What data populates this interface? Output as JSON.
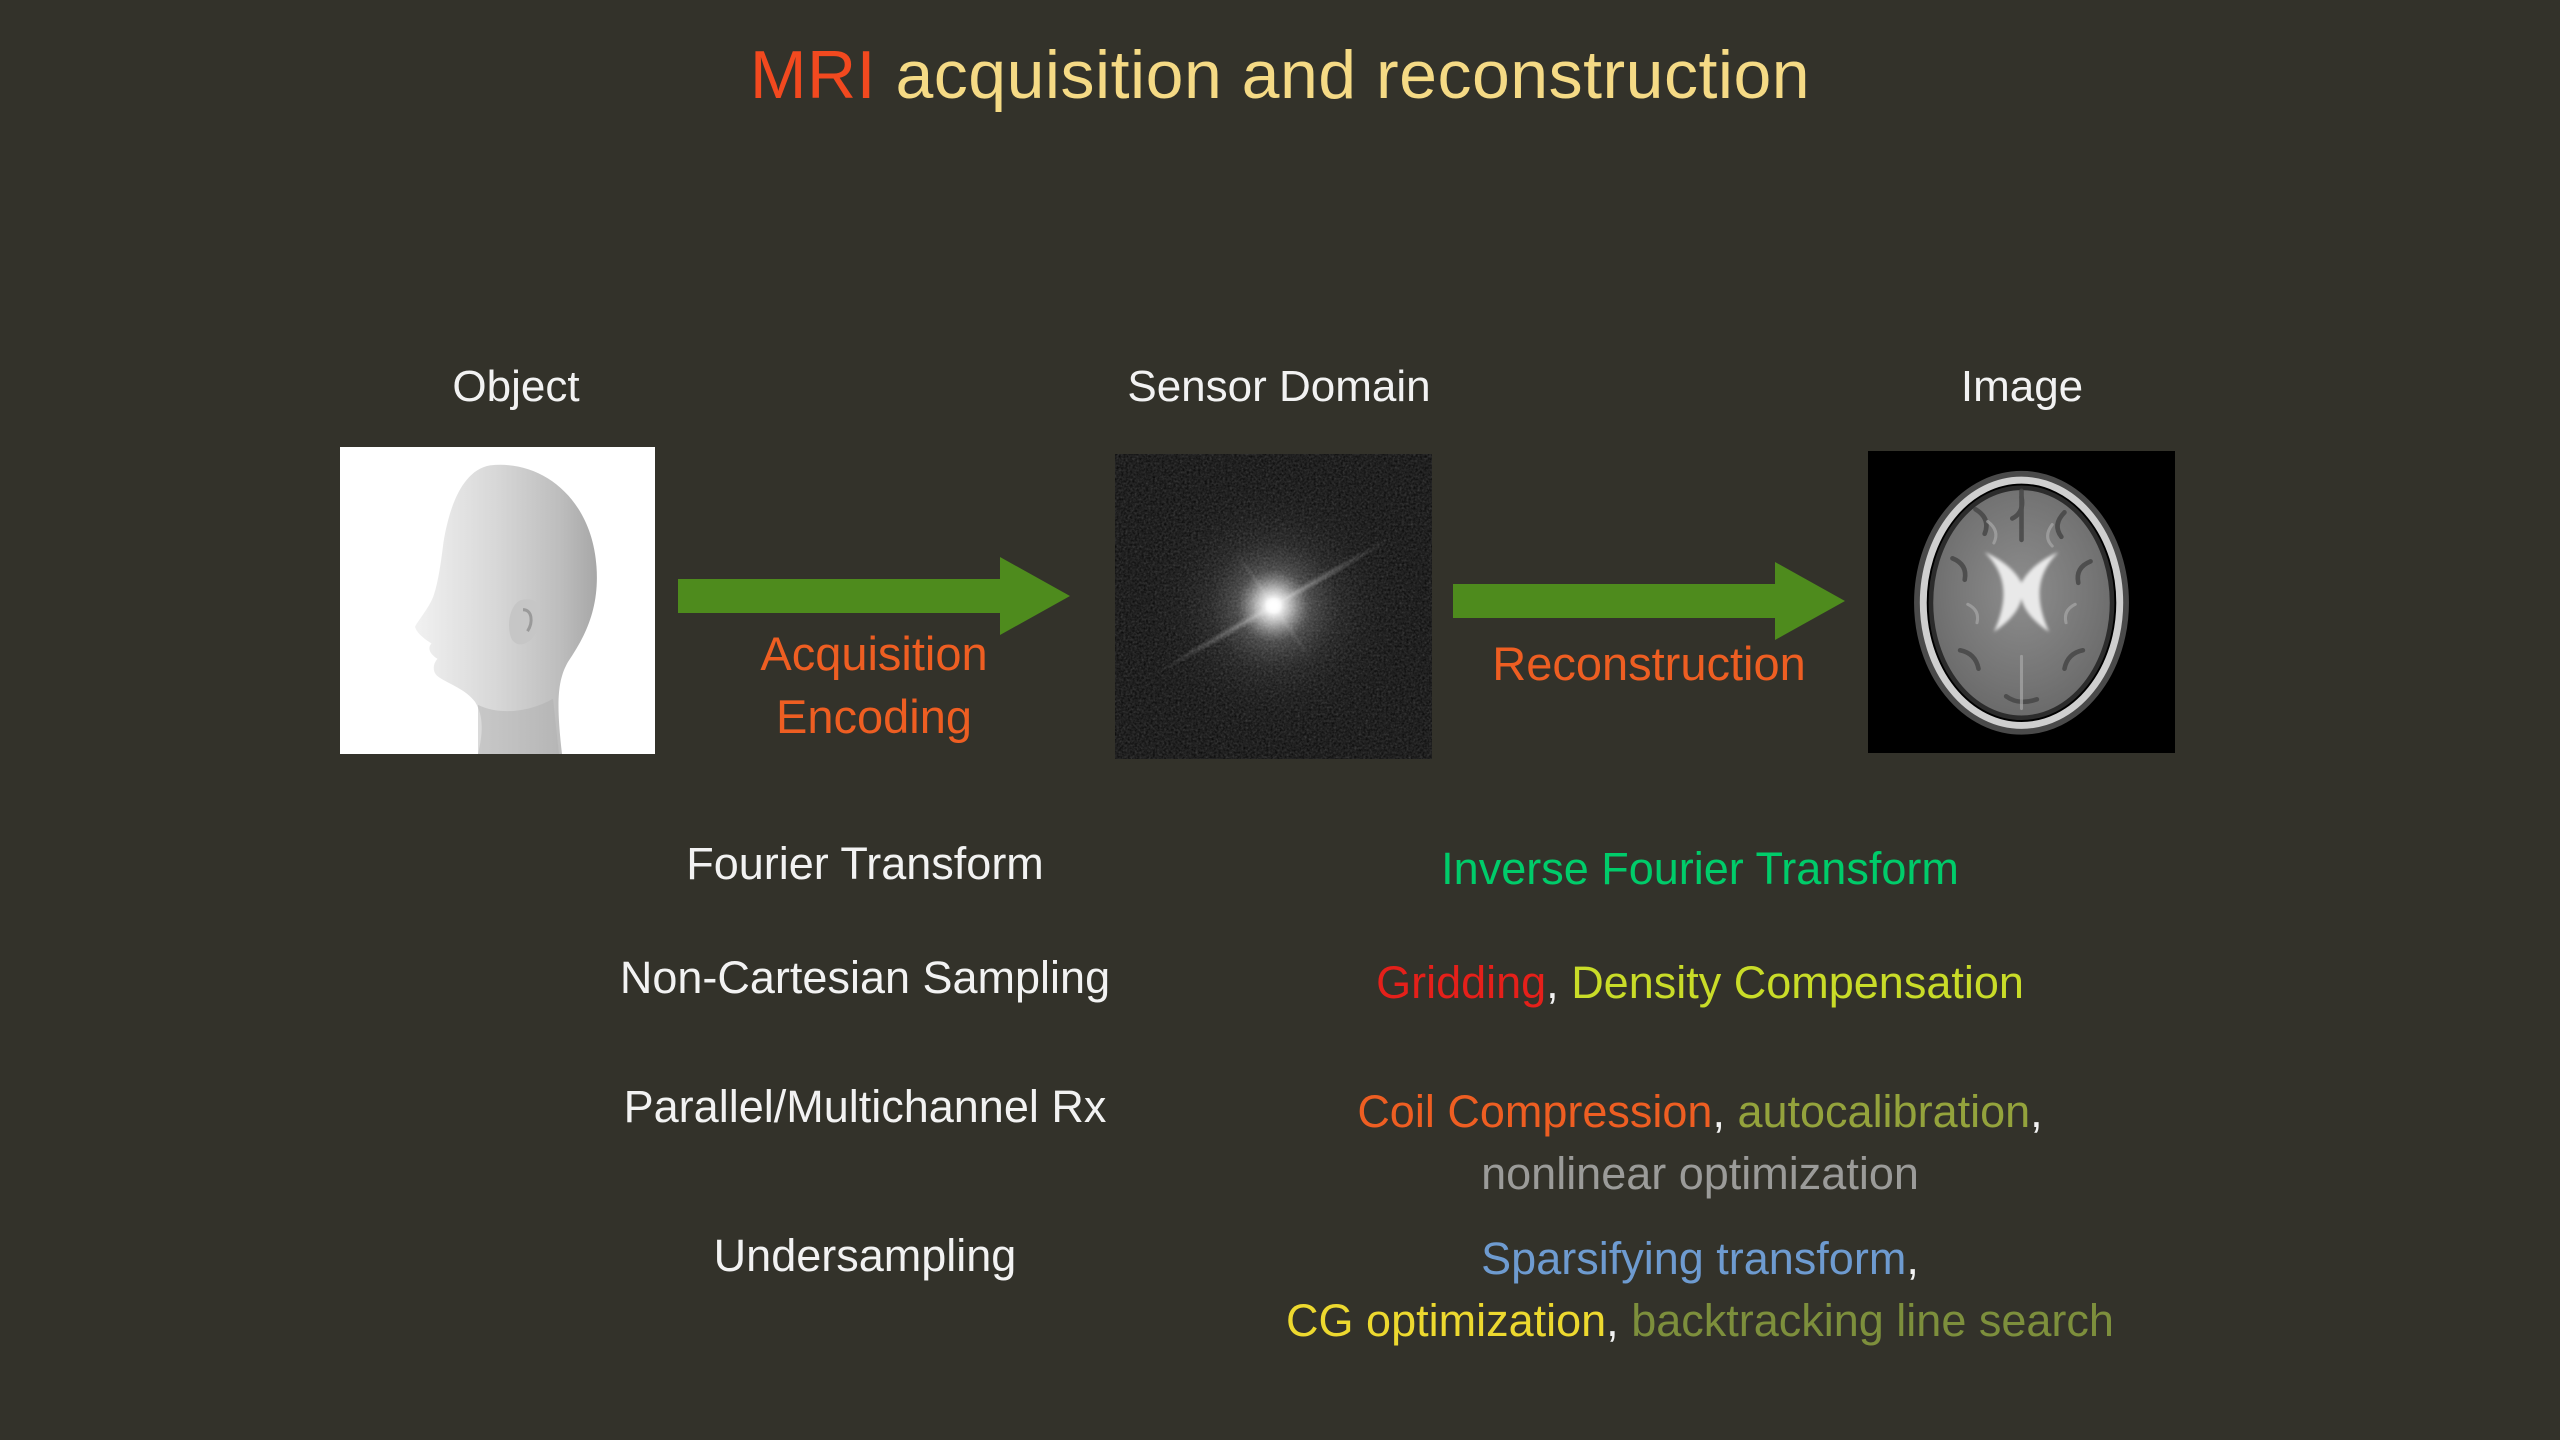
{
  "colors": {
    "background": "#33322a",
    "title_highlight": "#f2491f",
    "title_rest": "#f5da85",
    "white": "#f2f2f2",
    "arrow_green": "#4e8b1d",
    "orange": "#ee5e22",
    "spring_green": "#00cc6a",
    "red": "#e5201a",
    "yellow_green": "#c9dc28",
    "olive": "#94a33c",
    "gray": "#9b9b99",
    "blue": "#6e9bd0",
    "yellow": "#edd92f",
    "dark_olive": "#7d8f3c"
  },
  "title": {
    "highlight": "MRI",
    "rest": " acquisition and reconstruction"
  },
  "pipeline": {
    "object_label": "Object",
    "sensor_label": "Sensor Domain",
    "image_label": "Image",
    "figures": {
      "object": "head-3d-model",
      "sensor": "k-space-magnitude",
      "image": "axial-brain-mri"
    },
    "acquisition_arrow_label": [
      "Acquisition",
      "Encoding"
    ],
    "reconstruction_arrow_label": "Reconstruction"
  },
  "rows": [
    {
      "left": "Fourier Transform",
      "lines": [
        [
          {
            "text": "Inverse Fourier Transform",
            "color": "#00cc6a"
          }
        ]
      ]
    },
    {
      "left": "Non-Cartesian Sampling",
      "lines": [
        [
          {
            "text": "Gridding",
            "color": "#e5201a"
          },
          {
            "text": ", ",
            "color": "#f2f2f2"
          },
          {
            "text": "Density Compensation",
            "color": "#c9dc28"
          }
        ]
      ]
    },
    {
      "left": "Parallel/Multichannel Rx",
      "lines": [
        [
          {
            "text": "Coil Compression",
            "color": "#ee5e22"
          },
          {
            "text": ", ",
            "color": "#f2f2f2"
          },
          {
            "text": "autocalibration",
            "color": "#94a33c"
          },
          {
            "text": ",",
            "color": "#f2f2f2"
          }
        ],
        [
          {
            "text": "nonlinear optimization",
            "color": "#9b9b99"
          }
        ]
      ]
    },
    {
      "left": "Undersampling",
      "lines": [
        [
          {
            "text": "Sparsifying transform",
            "color": "#6e9bd0"
          },
          {
            "text": ",",
            "color": "#f2f2f2"
          }
        ],
        [
          {
            "text": "CG optimization",
            "color": "#edd92f"
          },
          {
            "text": ", ",
            "color": "#f2f2f2"
          },
          {
            "text": "backtracking line search",
            "color": "#7d8f3c"
          }
        ]
      ]
    }
  ]
}
